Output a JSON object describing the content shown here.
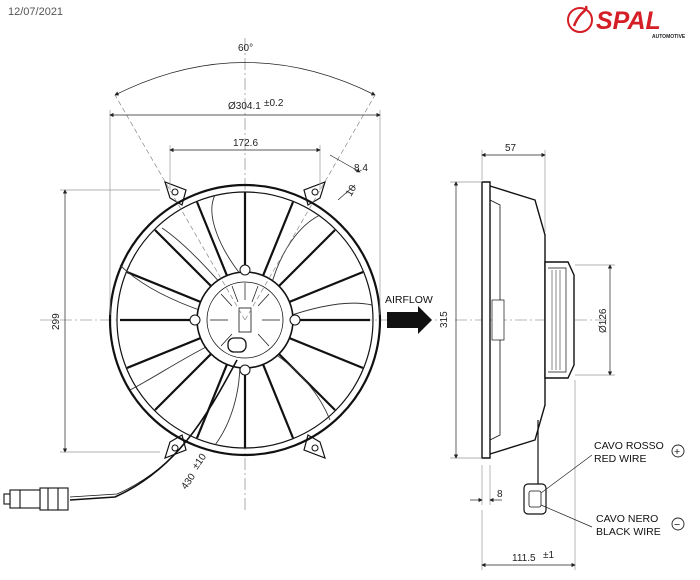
{
  "header": {
    "date": "12/07/2021",
    "brand": "SPAL",
    "brand_sub": "AUTOMOTIVE",
    "brand_color": "#d51f26"
  },
  "dimensions": {
    "angle": "60°",
    "diameter": "Ø304.1",
    "diameter_tol": "±0.2",
    "hole_spacing": "172.6",
    "slot_width": "8.4",
    "slot_depth": "10",
    "height": "299",
    "cable_length": "430",
    "cable_tol": "±10",
    "side_depth": "57",
    "side_height": "315",
    "motor_dia": "Ø126",
    "flange": "8",
    "overall_depth": "111.5",
    "overall_tol": "±1"
  },
  "labels": {
    "airflow": "AIRFLOW",
    "red_it": "CAVO ROSSO",
    "red_en": "RED WIRE",
    "black_it": "CAVO NERO",
    "black_en": "BLACK WIRE",
    "plus": "+",
    "minus": "−"
  }
}
